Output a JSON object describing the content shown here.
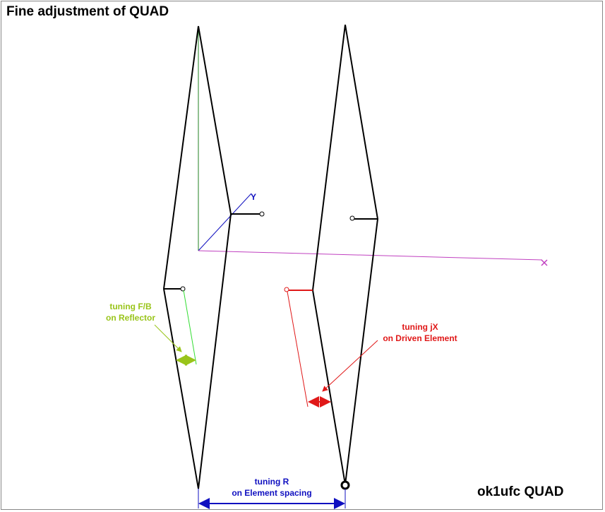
{
  "title": "Fine adjustment of QUAD",
  "brand": "ok1ufc QUAD",
  "axis_y_label": "Y",
  "annotations": {
    "reflector": [
      "tuning F/B",
      "on Reflector"
    ],
    "driven": [
      "tuning jX",
      "on Driven Element"
    ],
    "spacing": [
      "tuning R",
      "on Element spacing"
    ]
  },
  "colors": {
    "wire": "#000000",
    "reflector_tuning": "#99c41a",
    "driven_tuning": "#e01818",
    "spacing_tuning": "#1010c0",
    "x_axis": "#c040c0",
    "y_axis": "#1010c0",
    "z_axis": "#208020"
  }
}
